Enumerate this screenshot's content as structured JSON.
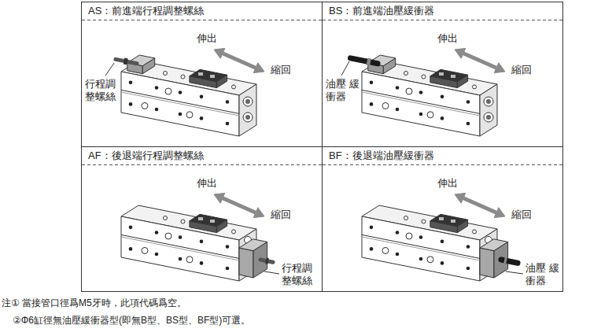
{
  "diagram": {
    "nodes": [
      {
        "text": [
          "AS：前進端行程調整螺絲"
        ]
      },
      {
        "text": [
          "BS：前進端油壓緩衝器"
        ]
      },
      {
        "text": [
          "AF：後退端行程調整螺絲"
        ]
      },
      {
        "text": [
          "BF：後退端油壓緩衝器"
        ]
      }
    ],
    "labels": [
      "伸出",
      "縮回",
      "行程調 整螺絲",
      "伸出",
      "縮回",
      "油壓 緩衝器",
      "伸出",
      "縮回",
      "行程調 整螺絲",
      "伸出",
      "縮回",
      "油壓 緩衝器",
      "注① 當接管口徑爲M5牙時，此項代碼爲空。",
      "②Φ6缸徑無油壓緩衝器型(即無B型、BS型、BF型)可選。"
    ]
  }
}
